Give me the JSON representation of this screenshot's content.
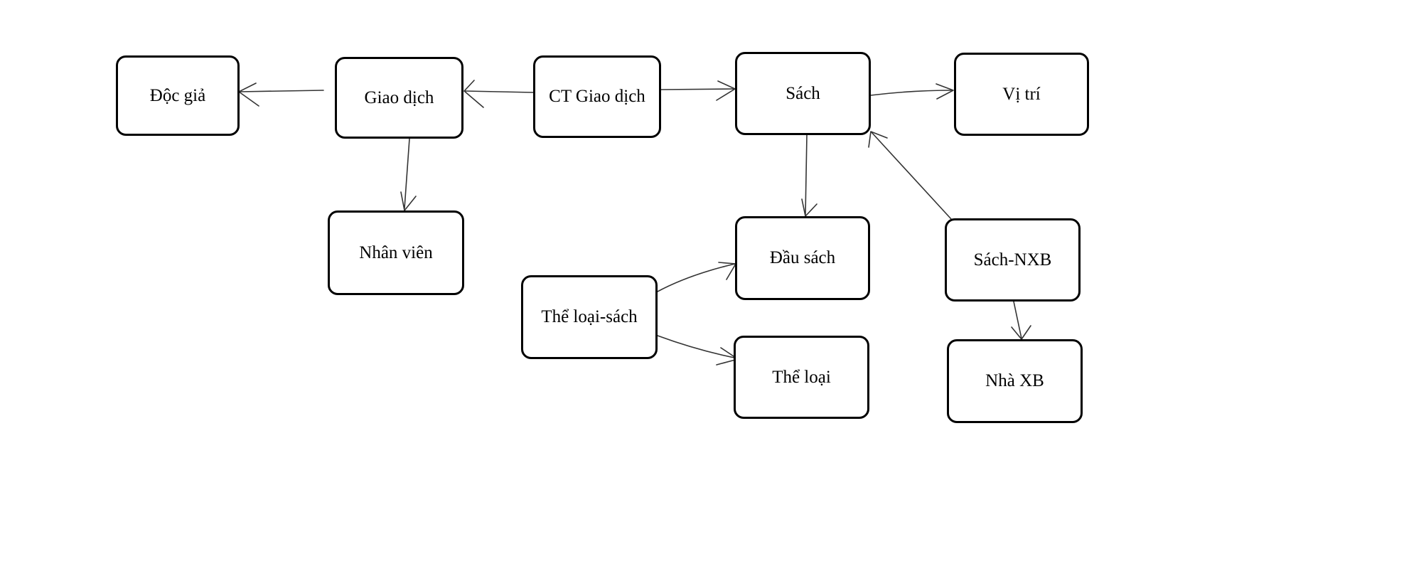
{
  "nodes": {
    "doc_gia": "Độc giả",
    "giao_dich": "Giao dịch",
    "ct_giao_dich": "CT Giao dịch",
    "sach": "Sách",
    "vi_tri": "Vị trí",
    "nhan_vien": "Nhân viên",
    "dau_sach": "Đầu sách",
    "the_loai_sach": "Thể loại-sách",
    "the_loai": "Thể loại",
    "sach_nxb": "Sách-NXB",
    "nha_xb": "Nhà XB"
  },
  "edges": [
    {
      "from": "giao_dich",
      "to": "doc_gia"
    },
    {
      "from": "ct_giao_dich",
      "to": "giao_dich"
    },
    {
      "from": "ct_giao_dich",
      "to": "sach"
    },
    {
      "from": "sach",
      "to": "vi_tri"
    },
    {
      "from": "giao_dich",
      "to": "nhan_vien"
    },
    {
      "from": "sach",
      "to": "dau_sach"
    },
    {
      "from": "sach_nxb",
      "to": "sach"
    },
    {
      "from": "the_loai_sach",
      "to": "dau_sach"
    },
    {
      "from": "the_loai_sach",
      "to": "the_loai"
    },
    {
      "from": "sach_nxb",
      "to": "nha_xb"
    }
  ]
}
